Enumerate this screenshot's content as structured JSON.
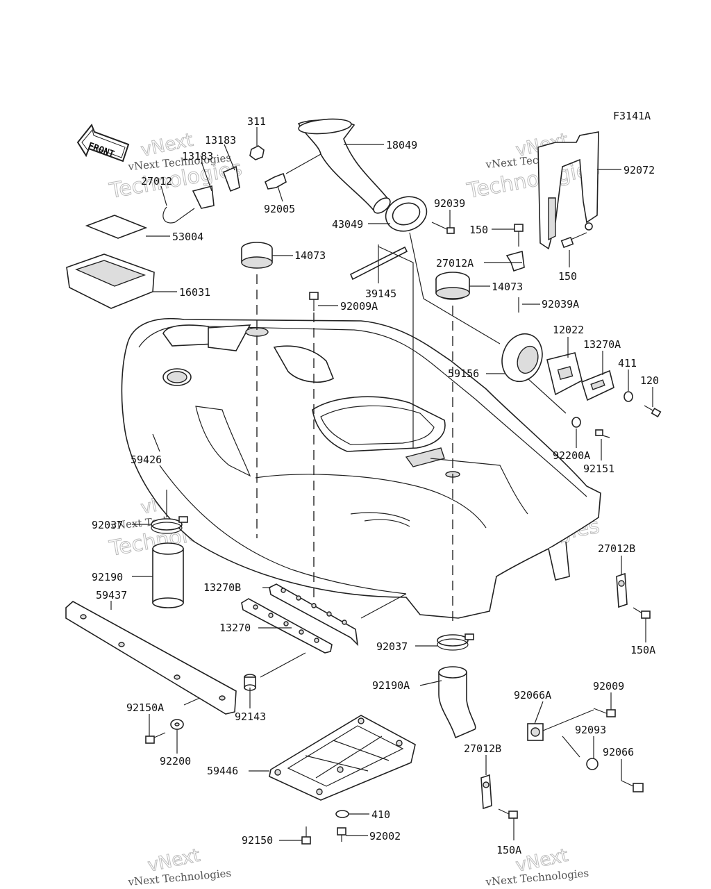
{
  "diagram_code": "F3141A",
  "front_label": "FRONT",
  "watermark": {
    "brand": "vNext",
    "line1": "vNext Technologies",
    "line2": "Technologies"
  },
  "labels": {
    "p311": "311",
    "p13183a": "13183",
    "p13183b": "13183",
    "p27012": "27012",
    "p92005": "92005",
    "p18049": "18049",
    "p92072": "92072",
    "p53004": "53004",
    "p43049": "43049",
    "p92039": "92039",
    "p150a": "150",
    "p150b": "150",
    "p27012A": "27012A",
    "p14073a": "14073",
    "p16031": "16031",
    "p39145": "39145",
    "p14073b": "14073",
    "p92009A": "92009A",
    "p92039A": "92039A",
    "p12022": "12022",
    "p13270A": "13270A",
    "p411": "411",
    "p120": "120",
    "p59156": "59156",
    "p92200A": "92200A",
    "p92151": "92151",
    "p59426": "59426",
    "p92037a": "92037",
    "p27012Ba": "27012B",
    "p92190": "92190",
    "p59437": "59437",
    "p13270B": "13270B",
    "p13270": "13270",
    "p150Aa": "150A",
    "p92037b": "92037",
    "p92190A": "92190A",
    "p92009": "92009",
    "p92066A": "92066A",
    "p92150A": "92150A",
    "p92143": "92143",
    "p92093": "92093",
    "p92066": "92066",
    "p92200": "92200",
    "p27012Bb": "27012B",
    "p59446": "59446",
    "p410": "410",
    "p92150": "92150",
    "p92002": "92002",
    "p150Ab": "150A"
  }
}
